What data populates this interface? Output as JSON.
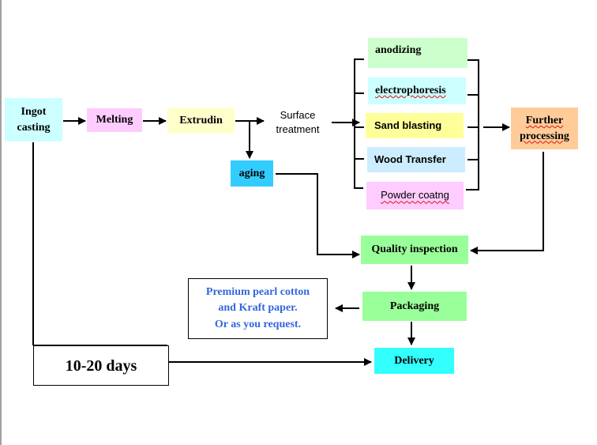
{
  "colors": {
    "cyan": "#ccffff",
    "pink": "#ffccff",
    "yellow": "#ffffcc",
    "aqua_blue": "#33ccff",
    "light_green": "#ccffcc",
    "light_cyan": "#ccffff",
    "khaki": "#ffff99",
    "light_blue": "#ccecff",
    "peach": "#ffcc99",
    "green": "#99ff99",
    "bright_cyan": "#33ffff",
    "note_text": "#3366dd"
  },
  "nodes": {
    "ingot_casting": "Ingot\ncasting",
    "melting": "Melting",
    "extrudin": "Extrudin",
    "surface_treatment": "Surface\ntreatment",
    "aging": "aging",
    "anodizing": "anodizing",
    "electrophoresis": "electrophoresis",
    "sand_blasting": "Sand blasting",
    "wood_transfer": "Wood Transfer",
    "powder_coatng": "Powder coatng",
    "further_processing": "Further\nprocessing",
    "quality_inspection": "Quality inspection",
    "packaging": "Packaging",
    "delivery": "Delivery",
    "lead_time": "10-20 days",
    "packaging_note": "Premium pearl cotton\nand Kraft paper.\nOr as you request."
  }
}
